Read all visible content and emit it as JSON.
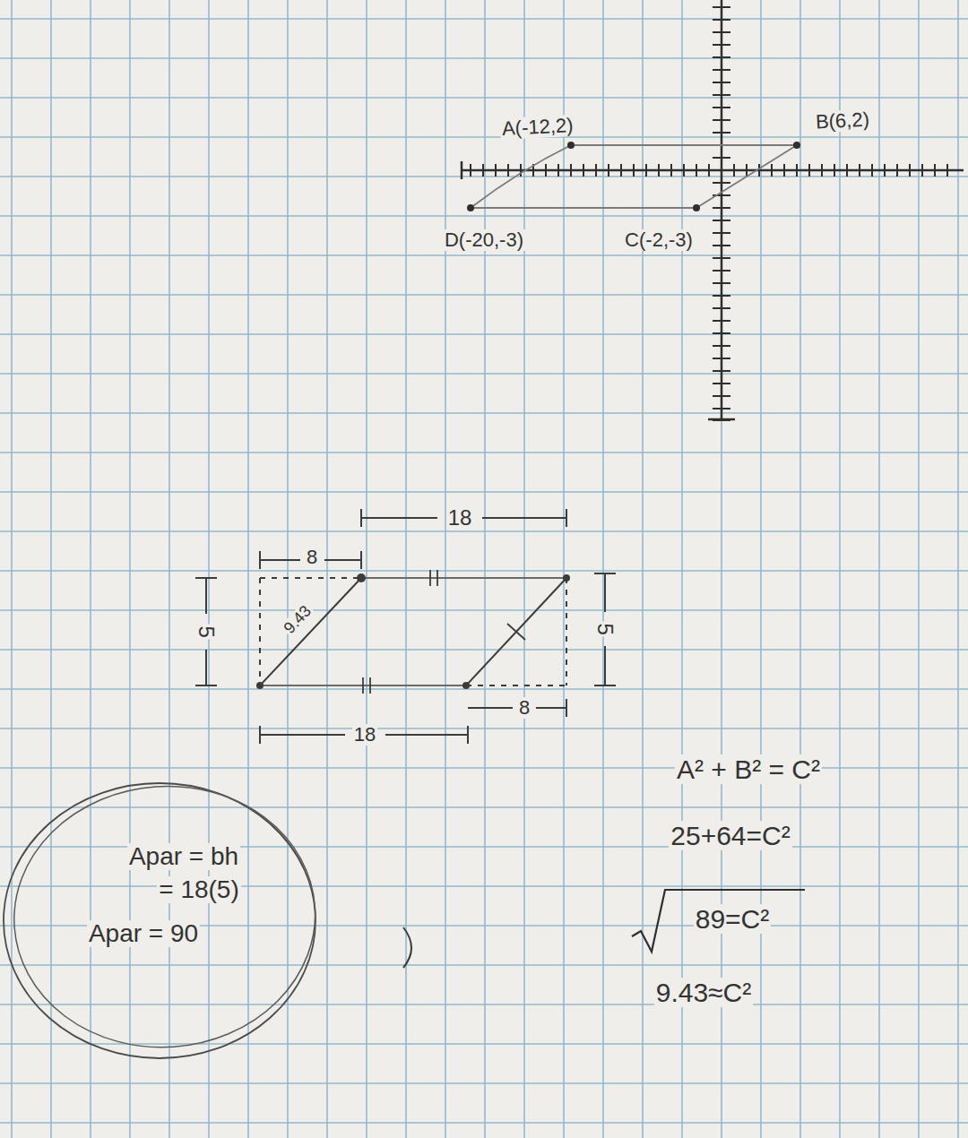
{
  "diagram": {
    "nodes": [
      {
        "text": [
          "Apar = bh",
          "= 18(5)",
          "Apar = 90"
        ]
      }
    ],
    "labels": [
      "A(-12,2)",
      "B(6,2)",
      "D(-20,-3)",
      "C(-2,-3)",
      "18",
      "8",
      "5",
      "9.43",
      "5",
      "8",
      "18",
      "A² + B² = C²",
      "25+64=C²",
      "89=C²",
      "9.43≈C²"
    ]
  }
}
